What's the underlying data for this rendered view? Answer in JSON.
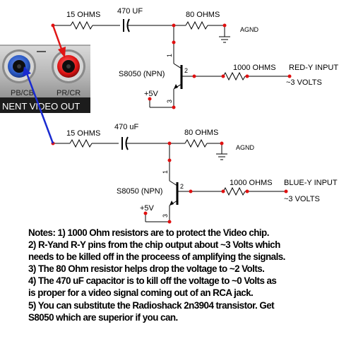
{
  "top_circuit": {
    "resistor_in": "15 OHMS",
    "capacitor": "470 UF",
    "resistor_drop": "80 OHMS",
    "ground": "AGND",
    "resistor_out": "1000 OHMS",
    "transistor": "S8050 (NPN)",
    "supply": "+5V",
    "pin1": "1",
    "pin2": "2",
    "pin3": "3",
    "input_label": "RED-Y INPUT",
    "input_voltage": "~3 VOLTS"
  },
  "bottom_circuit": {
    "resistor_in": "15 OHMS",
    "capacitor": "470 uF",
    "resistor_drop": "80 OHMS",
    "ground": "AGND",
    "resistor_out": "1000 OHMS",
    "transistor": "S8050 (NPN)",
    "supply": "+5V",
    "pin1": "1",
    "pin2": "2",
    "pin3": "3",
    "input_label": "BLUE-Y INPUT",
    "input_voltage": "~3 VOLTS"
  },
  "connector_panel": {
    "jack_left": "PB/CB",
    "jack_right": "PR/CR",
    "panel_label": "NENT VIDEO OUT",
    "colors": {
      "jack_blue": "#2a59c4",
      "jack_red": "#e01515",
      "panel": "#1c1c1c",
      "wire_blue": "#1a2bd0",
      "wire_red": "#e01515"
    }
  },
  "colors": {
    "node_dot": "#e01010",
    "wire": "#000000"
  },
  "notes": [
    "Notes: 1) 1000 Ohm resistors are to protect the Video chip.",
    "2) R-Yand R-Y pins from the chip output about ~3 Volts which",
    "needs to be killed off in the proceess of amplifying the signals.",
    "3) The 80 Ohm resistor helps drop the voltage to ~2 Volts.",
    "4) The 470 uF capacitor is to kill off the voltage to ~0 Volts as",
    "is proper for a video signal coming out of an RCA jack.",
    "5) You can substitute the Radioshack 2n3904 transistor. Get",
    "S8050 which are superior if you can."
  ]
}
